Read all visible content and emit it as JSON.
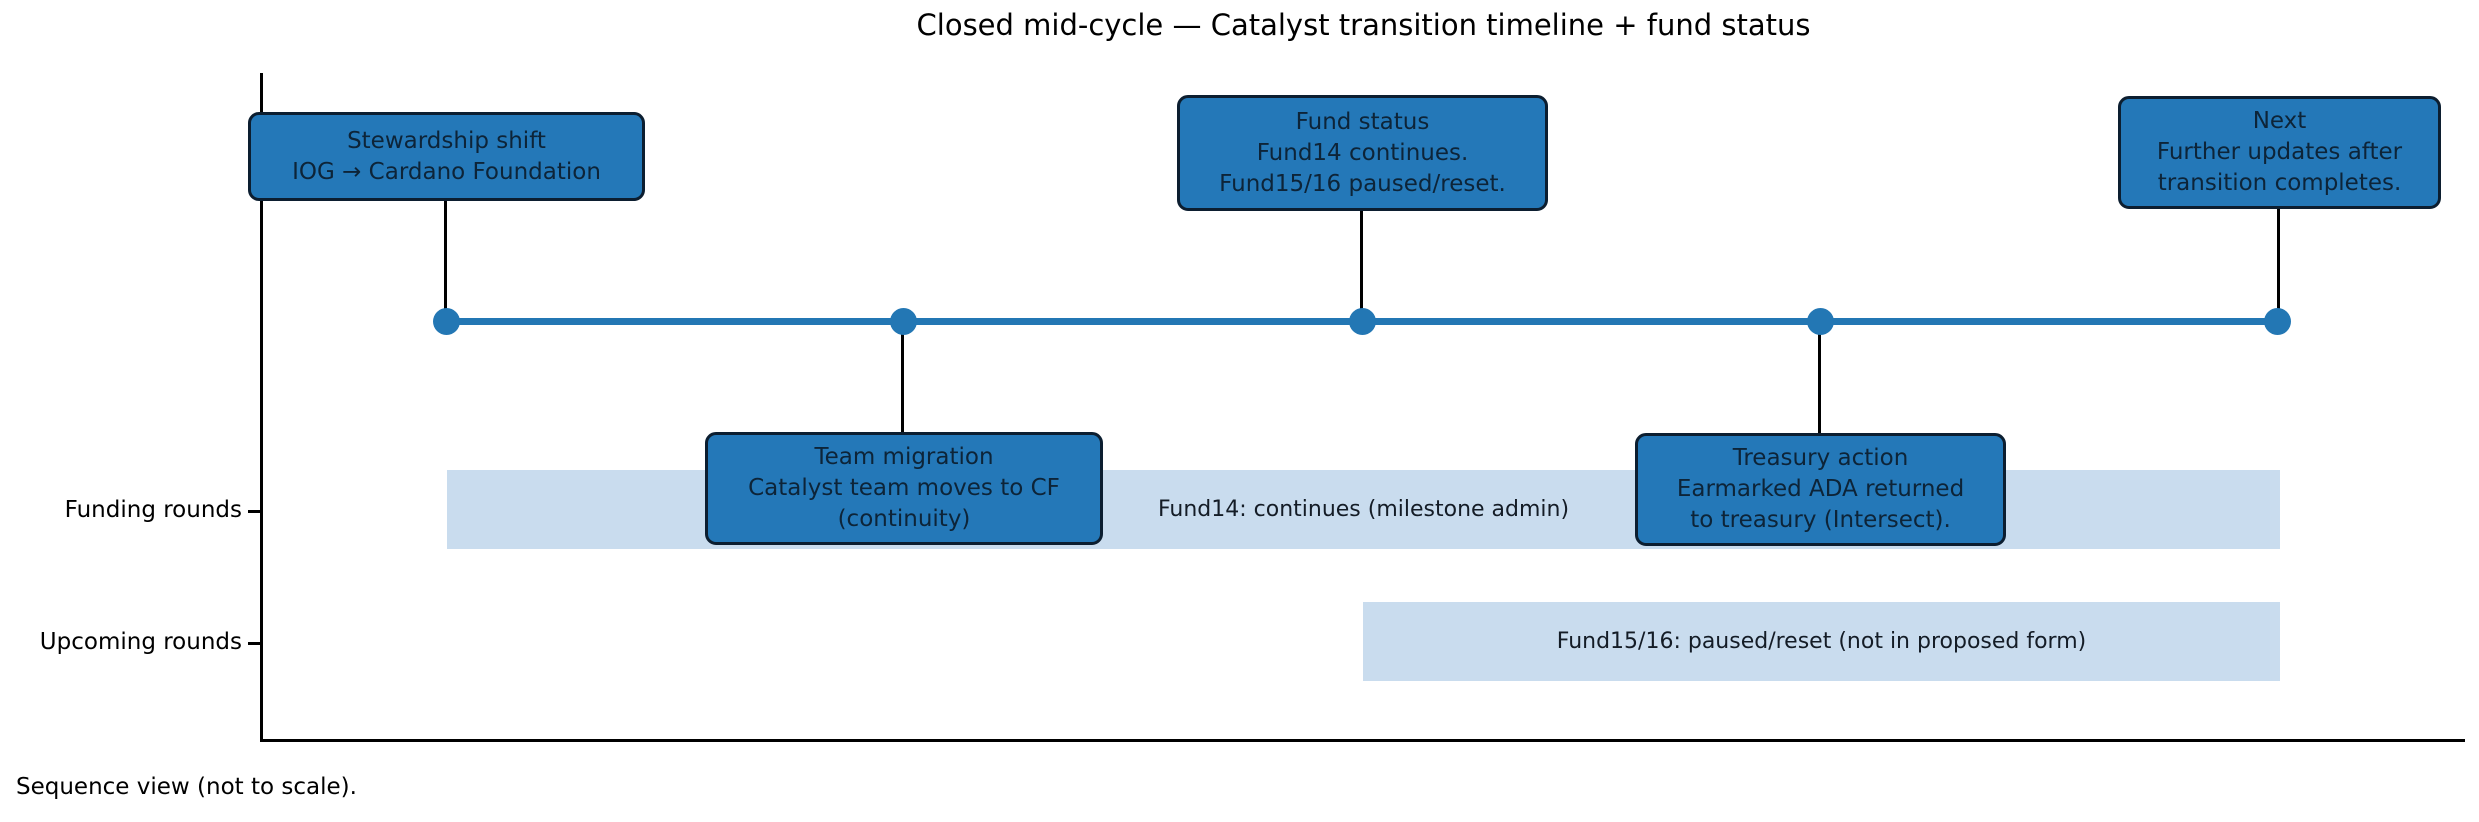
{
  "title": "Closed mid-cycle — Catalyst transition timeline + fund status",
  "caption": "Sequence view (not to scale).",
  "rows": {
    "funding": "Funding rounds",
    "upcoming": "Upcoming rounds"
  },
  "bands": {
    "fund14": "Fund14: continues (milestone admin)",
    "fund1516": "Fund15/16: paused/reset (not in proposed form)"
  },
  "events": [
    {
      "heading": "Stewardship shift",
      "body": [
        "IOG → Cardano Foundation"
      ],
      "position": "above"
    },
    {
      "heading": "Team migration",
      "body": [
        "Catalyst team moves to CF",
        "(continuity)"
      ],
      "position": "below"
    },
    {
      "heading": "Fund status",
      "body": [
        "Fund14 continues.",
        "Fund15/16 paused/reset."
      ],
      "position": "above"
    },
    {
      "heading": "Treasury action",
      "body": [
        "Earmarked ADA returned",
        "to treasury (Intersect)."
      ],
      "position": "below"
    },
    {
      "heading": "Next",
      "body": [
        "Further updates after",
        "transition completes."
      ],
      "position": "above"
    }
  ],
  "colors": {
    "box_fill": "#2478b8",
    "box_border": "#0c1e30",
    "box_text": "#0d2438",
    "timeline_blue": "#2377b4",
    "band_fill": "#c9dcee",
    "axis_black": "#000000"
  }
}
